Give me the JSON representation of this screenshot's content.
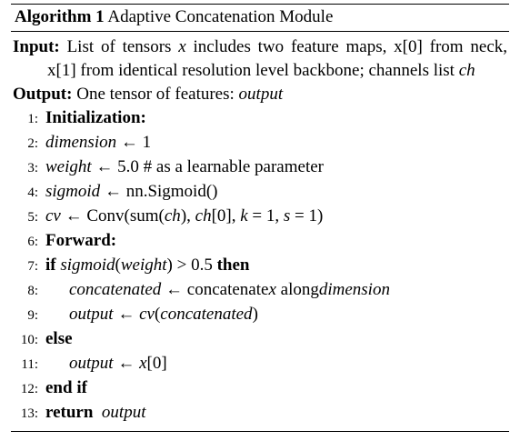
{
  "algorithm": {
    "label": "Algorithm 1",
    "title": "Adaptive Concatenation Module"
  },
  "input": {
    "keyword": "Input:",
    "text_before_x": "List of tensors",
    "var_x": "x",
    "text_after_x": "includes two feature maps, x[0] from neck, x[1] from identical resolution level backbone; channels list",
    "var_ch": "ch"
  },
  "output": {
    "keyword": "Output:",
    "text": "One tensor of features:",
    "var": "output"
  },
  "lines": [
    {
      "num": "1:",
      "kw": "Initialization:"
    },
    {
      "num": "2:",
      "lhs": "dimension",
      "arrow": "←",
      "rhs": "1"
    },
    {
      "num": "3:",
      "lhs": "weight",
      "arrow": "←",
      "rhs": "5.0 # as a learnable parameter"
    },
    {
      "num": "4:",
      "lhs": "sigmoid",
      "arrow": "←",
      "rhs": "nn.Sigmoid()"
    },
    {
      "num": "5:",
      "lhs": "cv",
      "arrow": "←",
      "fn": "Conv(sum(",
      "a1": "ch",
      "p1": "), ",
      "a2": "ch",
      "p2": "[0], ",
      "a3": "k",
      "p3": " = 1, ",
      "a4": "s",
      "p4": " = 1)"
    },
    {
      "num": "6:",
      "kw": "Forward:"
    },
    {
      "num": "7:",
      "kw_if": "if",
      "f1": "sigmoid",
      "p1": "(",
      "f2": "weight",
      "p2": ") > 0.5",
      "kw_then": "then"
    },
    {
      "num": "8:",
      "lhs": "concatenated",
      "arrow": "←",
      "t1": "concatenate",
      "v1": "x",
      "t2": " along",
      "v2": "dimension"
    },
    {
      "num": "9:",
      "lhs": "output",
      "arrow": "←",
      "f1": "cv",
      "p1": "(",
      "f2": "concatenated",
      "p2": ")"
    },
    {
      "num": "10:",
      "kw": "else"
    },
    {
      "num": "11:",
      "lhs": "output",
      "arrow": "←",
      "f1": "x",
      "p1": "[0]"
    },
    {
      "num": "12:",
      "kw": "end if"
    },
    {
      "num": "13:",
      "kw": "return",
      "v": "output"
    }
  ]
}
